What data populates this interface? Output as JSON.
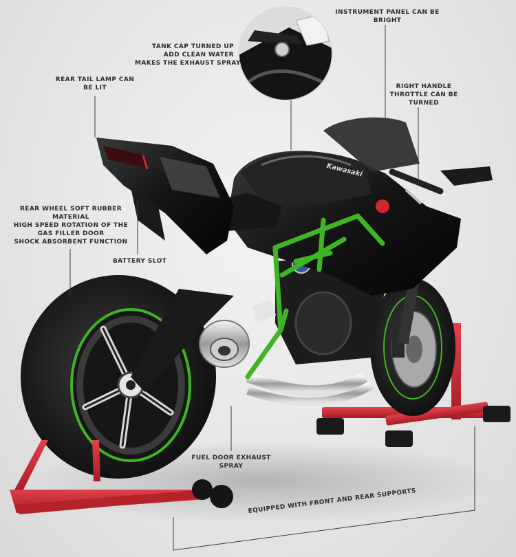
{
  "callouts": {
    "instrument_panel": [
      "INSTRUMENT PANEL CAN BE",
      "BRIGHT"
    ],
    "tank_cap": [
      "TANK CAP TURNED UP",
      "ADD CLEAN WATER",
      "MAKES THE EXHAUST SPRAY"
    ],
    "rear_tail_lamp": [
      "REAR TAIL LAMP CAN",
      "BE LIT"
    ],
    "right_handle": [
      "RIGHT HANDLE",
      "THROTTLE CAN BE",
      "TURNED"
    ],
    "rear_wheel": [
      "REAR WHEEL SOFT RUBBER",
      "MATERIAL",
      "HIGH SPEED ROTATION OF THE",
      "GAS FILLER DOOR",
      "SHOCK ABSORBENT FUNCTION"
    ],
    "battery_slot": [
      "BATTERY SLOT"
    ],
    "fuel_door": [
      "FUEL DOOR EXHAUST",
      "SPRAY"
    ],
    "supports": "EQUIPPED WITH FRONT AND REAR SUPPORTS"
  },
  "brand_logo": "Kawasaki",
  "colors": {
    "frame_green": "#3fb524",
    "stand_red": "#c8282e",
    "body_black": "#141414",
    "label_text": "#2c2c2c"
  }
}
